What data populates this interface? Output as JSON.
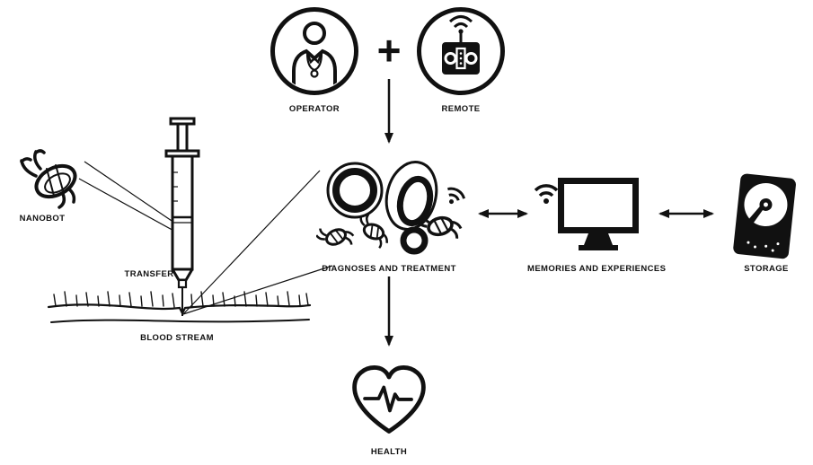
{
  "colors": {
    "ink": "#111111",
    "background": "#ffffff"
  },
  "plus_symbol": "+",
  "nodes": {
    "operator": {
      "label": "OPERATOR",
      "icon": "doctor-in-circle-icon"
    },
    "remote": {
      "label": "REMOTE",
      "icon": "remote-control-in-circle-icon"
    },
    "nanobot": {
      "label": "NANOBOT",
      "icon": "nanobot-bug-icon"
    },
    "transfer": {
      "label": "TRANSFER",
      "icon": "syringe-icon"
    },
    "blood_stream": {
      "label": "BLOOD STREAM",
      "icon": "skin-and-vessel-icon"
    },
    "diagnoses": {
      "label": "DIAGNOSES AND TREATMENT",
      "icon": "cells-nanobots-wifi-icon"
    },
    "memories": {
      "label": "MEMORIES AND EXPERIENCES",
      "icon": "monitor-wifi-icon"
    },
    "storage": {
      "label": "STORAGE",
      "icon": "hard-drive-icon"
    },
    "health": {
      "label": "HEALTH",
      "icon": "heart-pulse-icon"
    }
  },
  "edges": [
    {
      "from": "operator+remote",
      "to": "diagnoses",
      "style": "arrow-down"
    },
    {
      "from": "nanobot",
      "to": "transfer",
      "style": "thin-line"
    },
    {
      "from": "transfer",
      "to": "blood_stream",
      "style": "thin-line"
    },
    {
      "from": "blood_stream",
      "to": "diagnoses",
      "style": "thin-line"
    },
    {
      "from": "diagnoses",
      "to": "memories",
      "style": "double-arrow"
    },
    {
      "from": "memories",
      "to": "storage",
      "style": "double-arrow"
    },
    {
      "from": "diagnoses",
      "to": "health",
      "style": "arrow-down"
    }
  ]
}
